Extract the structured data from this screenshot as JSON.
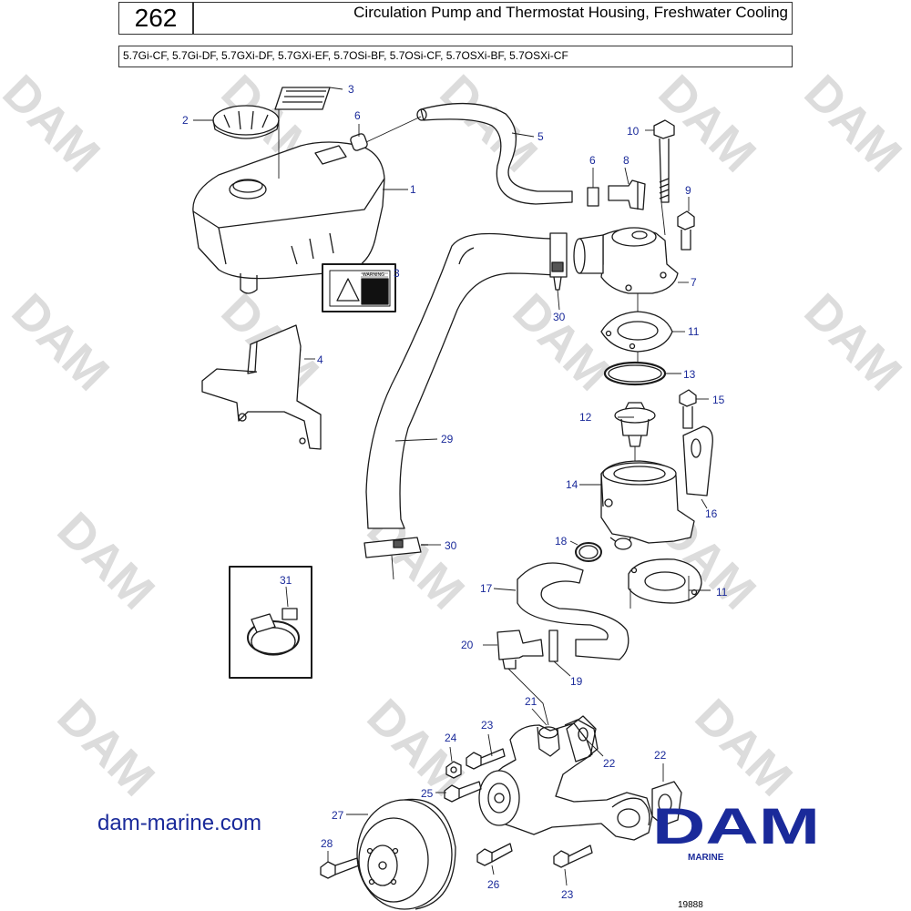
{
  "header": {
    "page_number": "262",
    "title": "Circulation Pump and Thermostat Housing, Freshwater Cooling",
    "models": "5.7Gi-CF, 5.7Gi-DF, 5.7GXi-DF, 5.7GXi-EF, 5.7OSi-BF, 5.7OSi-CF, 5.7OSXi-BF, 5.7OSXi-CF"
  },
  "callouts": {
    "c1": "1",
    "c2": "2",
    "c3a": "3",
    "c3b": "3",
    "c4": "4",
    "c5": "5",
    "c6a": "6",
    "c6b": "6",
    "c7": "7",
    "c8": "8",
    "c9": "9",
    "c10": "10",
    "c11a": "11",
    "c11b": "11",
    "c12": "12",
    "c13": "13",
    "c14": "14",
    "c15": "15",
    "c16": "16",
    "c17": "17",
    "c18": "18",
    "c19": "19",
    "c20": "20",
    "c21": "21",
    "c22a": "22",
    "c22b": "22",
    "c23a": "23",
    "c23b": "23",
    "c24": "24",
    "c25": "25",
    "c26": "26",
    "c27": "27",
    "c28": "28",
    "c29": "29",
    "c30a": "30",
    "c30b": "30",
    "c31": "31"
  },
  "warning_label": "WARNING",
  "watermark": "DAM",
  "footer": {
    "site_url": "dam-marine.com",
    "logo_text": "DAM",
    "logo_sub": "MARINE",
    "figure_number": "19888"
  },
  "colors": {
    "callout": "#1a2a9a",
    "logo": "#1a2a9a",
    "watermark": "#dcdcdc"
  }
}
